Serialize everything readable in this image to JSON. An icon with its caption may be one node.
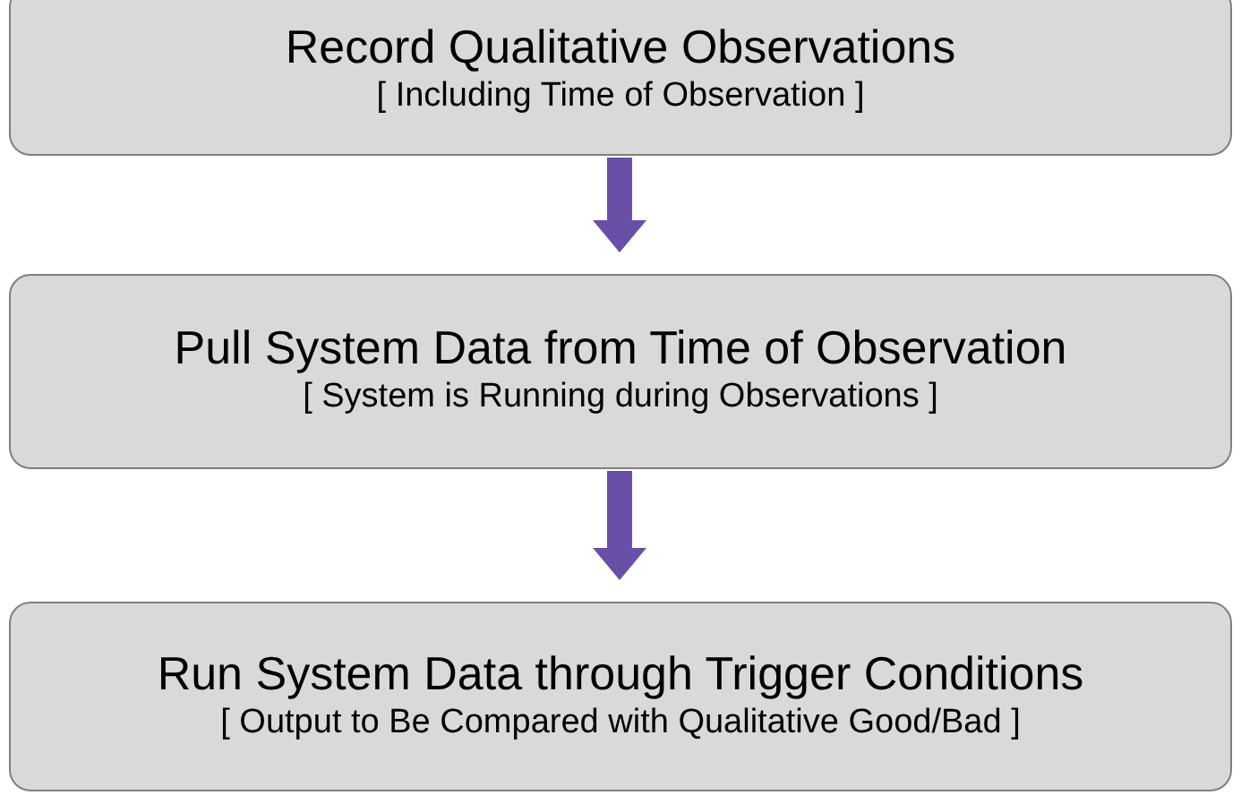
{
  "diagram": {
    "nodes": [
      {
        "text": [
          "Record Qualitative Observations",
          "[ Including Time of Observation ]"
        ]
      },
      {
        "text": [
          "Pull System Data from Time of Observation",
          "[ System is Running during Observations ]"
        ]
      },
      {
        "text": [
          "Run System Data through Trigger Conditions",
          "[ Output to Be Compared with Qualitative Good/Bad ]"
        ]
      }
    ],
    "edges": [
      {
        "from": 0,
        "to": 1,
        "arrow": "to"
      },
      {
        "from": 1,
        "to": 2,
        "arrow": "to"
      }
    ]
  }
}
